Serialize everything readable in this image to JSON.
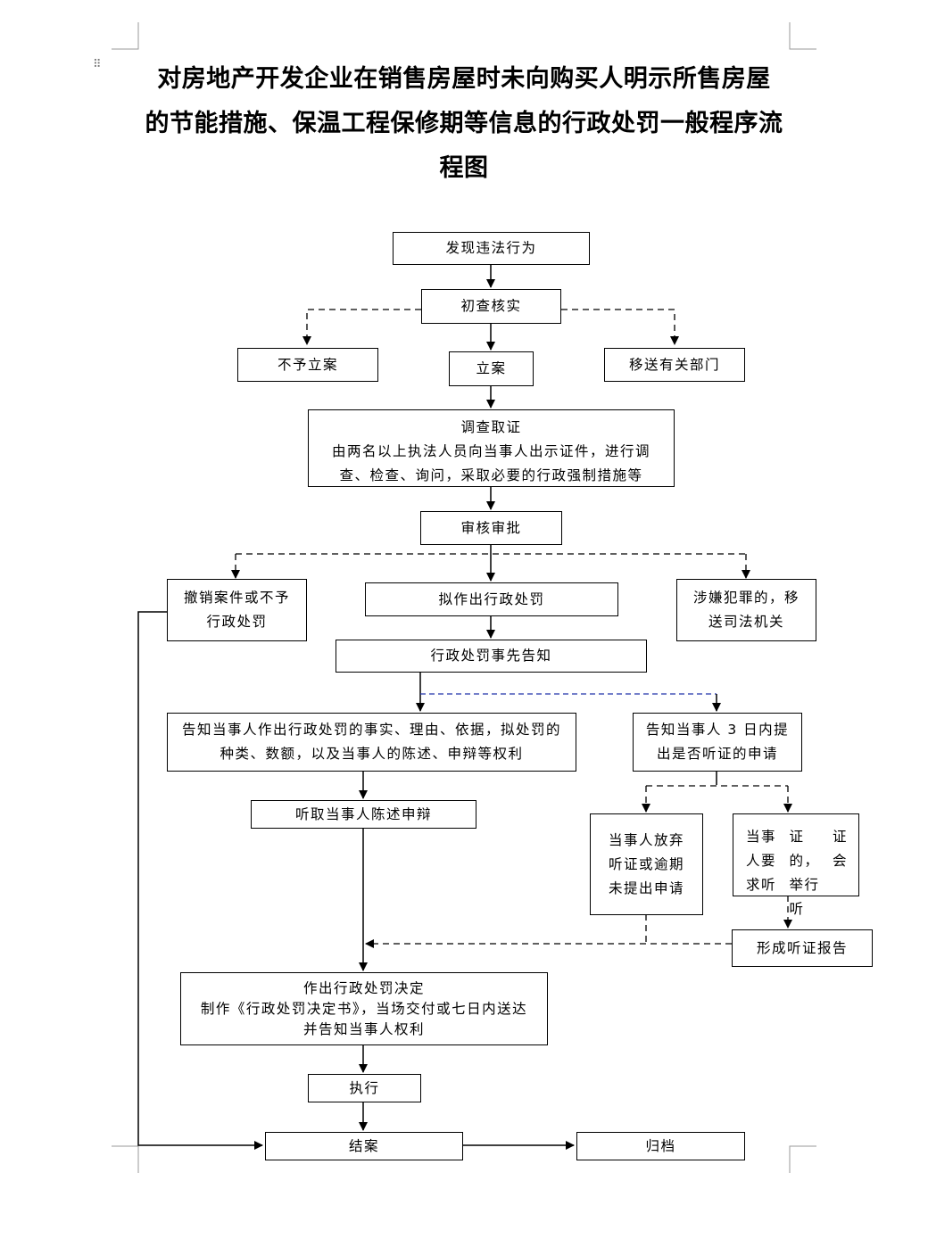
{
  "title": {
    "line1": "对房地产开发企业在销售房屋时未向购买人明示所售房屋",
    "line2": "的节能措施、保温工程保修期等信息的行政处罚一般程序流",
    "line3": "程图"
  },
  "drag_handle": "⠿",
  "nodes": {
    "discover": "发现违法行为",
    "verify": "初查核实",
    "no_case": "不予立案",
    "file_case": "立案",
    "transfer": "移送有关部门",
    "investigate": {
      "title": "调查取证",
      "line1": "由两名以上执法人员向当事人出示证件，进行调",
      "line2": "查、检查、询问，采取必要的行政强制措施等"
    },
    "review": "审核审批",
    "revoke": {
      "line1": "撤销案件或不予",
      "line2": "行政处罚"
    },
    "draft_penalty": "拟作出行政处罚",
    "crime": {
      "line1": "涉嫌犯罪的，移",
      "line2": "送司法机关"
    },
    "prior_notice": "行政处罚事先告知",
    "notify_rights": {
      "line1": "告知当事人作出行政处罚的事实、理由、依据，拟处罚的",
      "line2": "种类、数额，以及当事人的陈述、申辩等权利"
    },
    "notify_hearing": {
      "line1": "告知当事人 3 日内提",
      "line2": "出是否听证的申请"
    },
    "listen": "听取当事人陈述申辩",
    "waive": {
      "line1": "当事人放弃",
      "line2": "听证或逾期",
      "line3": "未提出申请"
    },
    "request": {
      "line1": "当事人要求听",
      "line2": "证的，举行听",
      "line3": "证会"
    },
    "hearing_report": "形成听证报告",
    "decision": {
      "line1": "作出行政处罚决定",
      "line2": "制作《行政处罚决定书》，当场交付或七日内送达",
      "line3": "并告知当事人权利"
    },
    "execute": "执行",
    "close": "结案",
    "archive": "归档"
  }
}
